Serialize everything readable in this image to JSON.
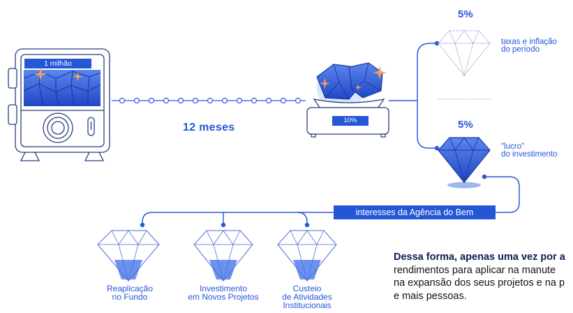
{
  "safe": {
    "amount_label": "1 milhão"
  },
  "timeline": {
    "months_label": "12 meses"
  },
  "scale": {
    "rate_label": "10%"
  },
  "branch_top": {
    "percent": "5%",
    "label_line1": "taxas e inflação",
    "label_line2": "do período"
  },
  "branch_bottom": {
    "percent": "5%",
    "label_line1": "\"lucro\"",
    "label_line2": "do investimento"
  },
  "banner_label": "interesses da Agência do Bem",
  "destinations": [
    {
      "line1": "Reaplicação",
      "line2": "no Fundo",
      "line3": ""
    },
    {
      "line1": "Investimento",
      "line2": "em Novos Projetos",
      "line3": ""
    },
    {
      "line1": "Custeio",
      "line2": "de Atividades",
      "line3": "Institucionais"
    }
  ],
  "paragraph": {
    "bold": "Dessa forma, apenas uma vez por a",
    "line2": "rendimentos para aplicar na manute",
    "line3": "na expansão dos seus projetos e na p",
    "line4": "e mais pessoas."
  },
  "colors": {
    "primary": "#2456d6",
    "line": "#2a5bd7",
    "outline": "#253f7d",
    "light": "#dbe6fb"
  }
}
